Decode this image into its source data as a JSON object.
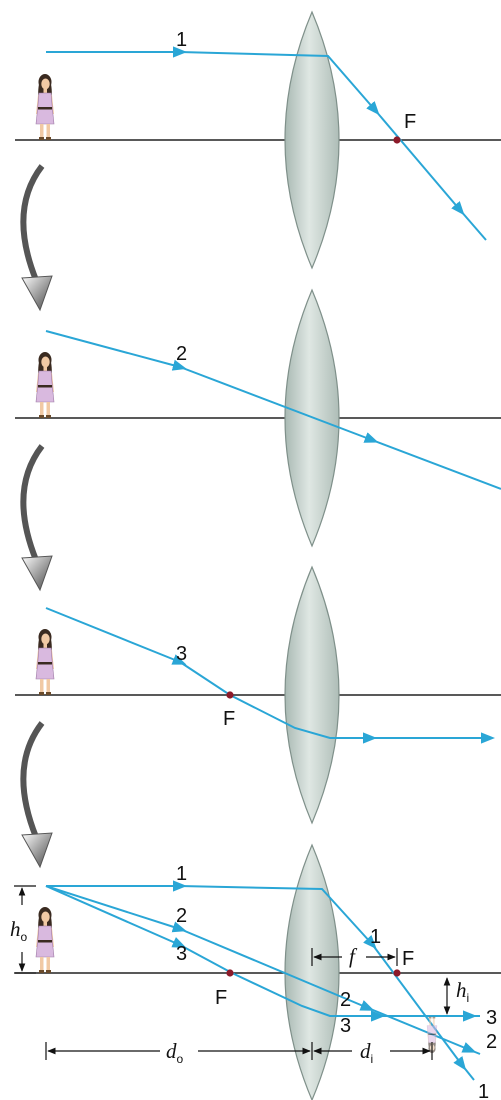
{
  "colors": {
    "ray": "#2aa6d6",
    "lens_fill": "#c8d4cf",
    "lens_edge": "#7f908a",
    "axis": "#222222",
    "focal_point": "#8c1a2a",
    "figure_dress": "#d9b9df",
    "figure_hair": "#3a2a20",
    "rotation_arrow": "#5a5a5a"
  },
  "panels": [
    {
      "id": "ray-1",
      "ray_label": "1",
      "focal_label": "F"
    },
    {
      "id": "ray-2",
      "ray_label": "2"
    },
    {
      "id": "ray-3",
      "ray_label": "3",
      "focal_label": "F"
    },
    {
      "id": "combined",
      "ray_labels": [
        "1",
        "2",
        "3"
      ],
      "focal_label_left": "F",
      "focal_label_right": "F",
      "object_height": {
        "symbol": "h",
        "subscript": "o"
      },
      "image_height": {
        "symbol": "h",
        "subscript": "i"
      },
      "object_distance": {
        "symbol": "d",
        "subscript": "o"
      },
      "image_distance": {
        "symbol": "d",
        "subscript": "i"
      },
      "focal_length": {
        "symbol": "f"
      },
      "ray_exit_labels": [
        "3",
        "2",
        "1"
      ]
    }
  ],
  "icons": [
    "person-figure-icon",
    "curved-arrow-icon",
    "focal-point-icon",
    "convex-lens-icon"
  ]
}
